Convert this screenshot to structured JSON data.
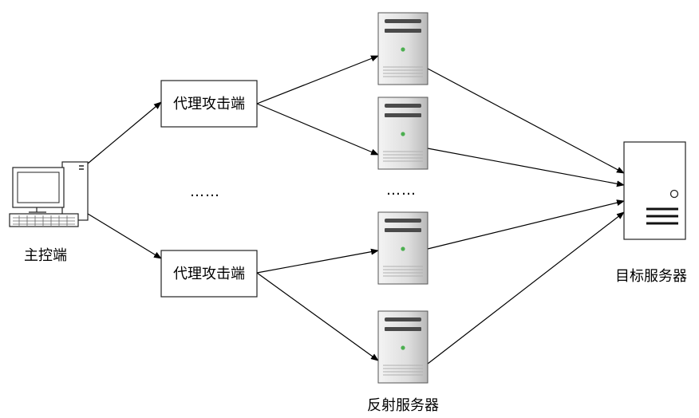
{
  "labels": {
    "master": "主控端",
    "proxy_top": "代理攻击端",
    "proxy_bottom": "代理攻击端",
    "proxy_ellipsis": "……",
    "reflector_ellipsis": "……",
    "reflector_group": "反射服务器",
    "target": "目标服务器"
  },
  "colors": {
    "line": "#000000",
    "server_led": "#4caf50"
  }
}
